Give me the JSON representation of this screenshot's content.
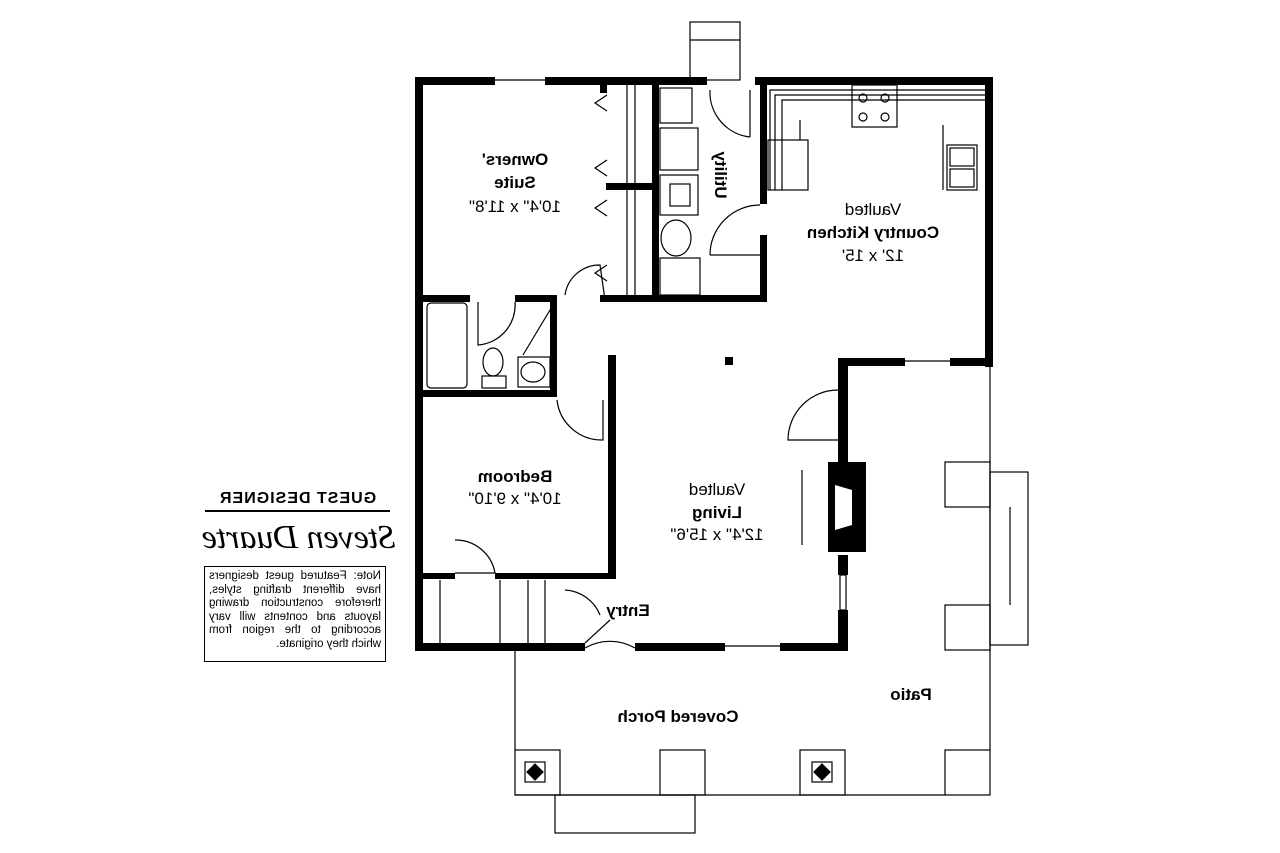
{
  "rooms": {
    "owners_suite": {
      "name1": "Owners'",
      "name2": "Suite",
      "size": "10'4\" x 11'8\""
    },
    "utility": {
      "name": "Utility"
    },
    "kitchen": {
      "name1": "Vaulted",
      "name2": "Country Kitchen",
      "size": "12' x 15'"
    },
    "bedroom": {
      "name": "Bedroom",
      "size": "10'4\" x 9'10\""
    },
    "living": {
      "name1": "Vaulted",
      "name2": "Living",
      "size": "12'4\" x 15'6\""
    },
    "entry": {
      "name": "Entry"
    },
    "porch": {
      "name": "Covered Porch"
    },
    "patio": {
      "name": "Patio"
    }
  },
  "designer": {
    "heading": "GUEST DESIGNER",
    "signature": "Steven Duarte",
    "note": "Note: Featured guest designers have different drafting styles, therefore construction drawing layouts and contents will vary according to the region from which they originate."
  },
  "mirrored": true
}
